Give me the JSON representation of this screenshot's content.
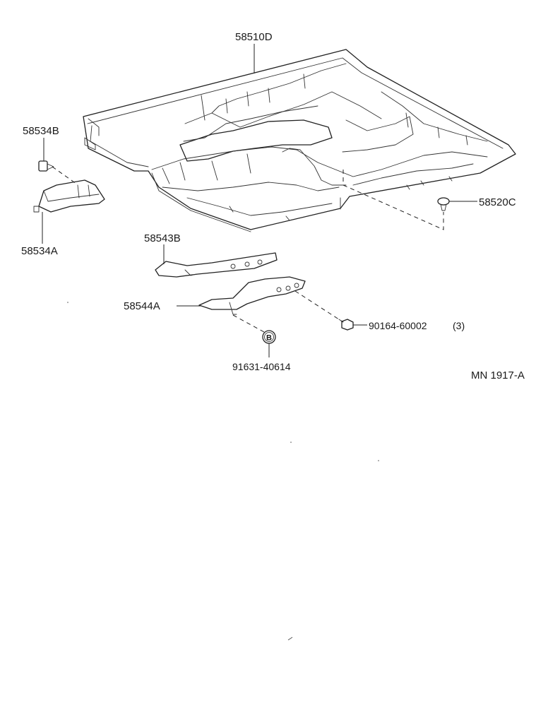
{
  "parts": {
    "floor_pan": "58510D",
    "bracket_upper_bolt": "58534B",
    "bracket_upper": "58534A",
    "clip": "58520C",
    "reinforcement_upper": "58543B",
    "reinforcement_lower": "58544A",
    "bolt": "90164-60002",
    "bolt_qty": "(3)",
    "rivet": "91631-40614",
    "rivet_marker": "B"
  },
  "diagram_id": "MN 1917-A"
}
